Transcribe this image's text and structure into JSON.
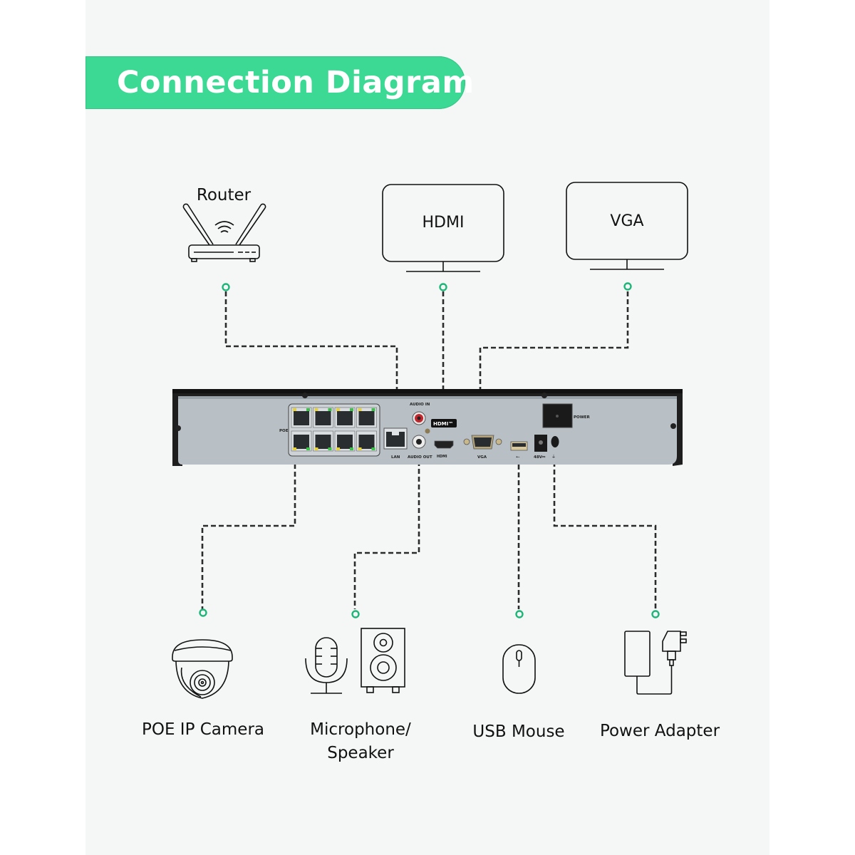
{
  "header": {
    "title": "Connection Diagram"
  },
  "colors": {
    "accent": "#3cd994",
    "connector_dot": "#1fb578",
    "dashed_line": "#2b2b2b",
    "panel_bg": "#f5f7f7",
    "nvr_face": "#b8c0c6",
    "nvr_frame": "#1e1e1e"
  },
  "top_devices": [
    {
      "id": "router",
      "label": "Router",
      "icon": "router-icon"
    },
    {
      "id": "hdmi",
      "label": "HDMI",
      "icon": "monitor-icon"
    },
    {
      "id": "vga",
      "label": "VGA",
      "icon": "monitor-icon"
    }
  ],
  "bottom_devices": [
    {
      "id": "poe-camera",
      "label": "POE IP Camera",
      "icon": "dome-camera-icon"
    },
    {
      "id": "mic-speaker",
      "label_line1": "Microphone/",
      "label_line2": "Speaker",
      "icon": "microphone-speaker-icon"
    },
    {
      "id": "usb-mouse",
      "label": "USB Mouse",
      "icon": "mouse-icon"
    },
    {
      "id": "power-adapter",
      "label": "Power Adapter",
      "icon": "power-adapter-icon"
    }
  ],
  "nvr_panel": {
    "port_labels": {
      "poe": "POE",
      "lan": "LAN",
      "audio_in": "AUDIO IN",
      "audio_out": "AUDIO OUT",
      "hdmi": "HDMI",
      "hdmi_badge": "HDMI™",
      "vga": "VGA",
      "dc": "48V⎓",
      "power": "POWER"
    },
    "poe_port_count": 8
  }
}
